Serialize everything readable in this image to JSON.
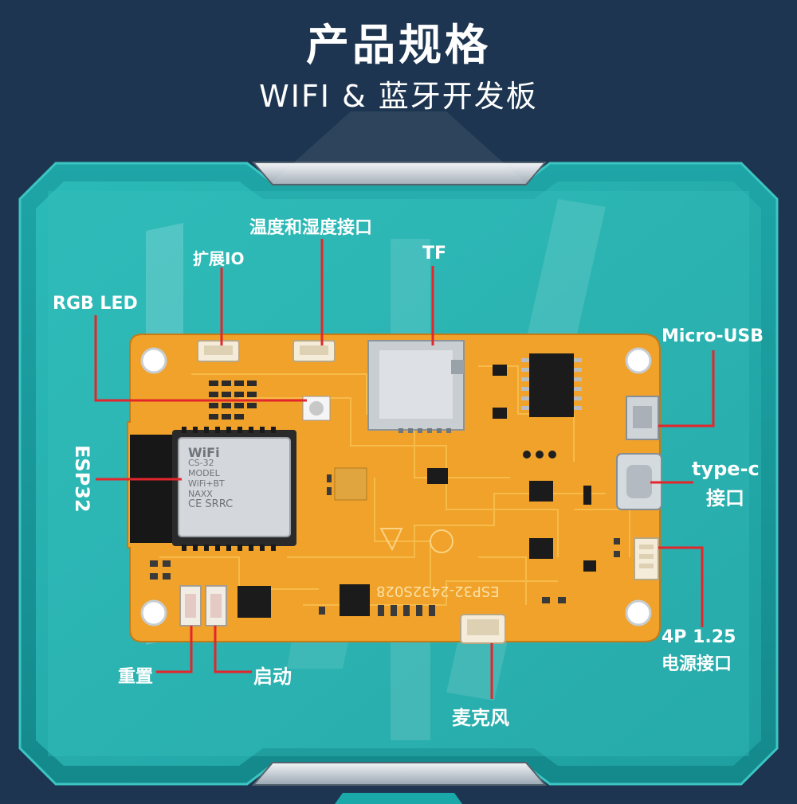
{
  "header": {
    "title": "产品规格",
    "subtitle": "WIFI & 蓝牙开发板"
  },
  "labels": {
    "temp_humidity": "温度和湿度接口",
    "tf": "TF",
    "expand_io": "扩展IO",
    "rgb_led": "RGB LED",
    "micro_usb": "Micro-USB",
    "esp32": "ESP32",
    "type_c_line1": "type-c",
    "type_c_line2": "接口",
    "power_line1": "4P 1.25",
    "power_line2": "电源接口",
    "reset": "重置",
    "boot": "启动",
    "mic": "麦克风"
  },
  "board": {
    "model_text": "ESP32-2432S028",
    "module_brand": "WiFi",
    "module_lines": [
      "CS-32",
      "MODEL",
      "WiFi+BT",
      "NAXX"
    ],
    "module_cert": "CE SRRC"
  },
  "colors": {
    "bg_dark": "#1d3550",
    "frame_teal": "#1a9a9c",
    "pcb_orange": "#f0a22a",
    "pointer_red": "#e3262b"
  }
}
